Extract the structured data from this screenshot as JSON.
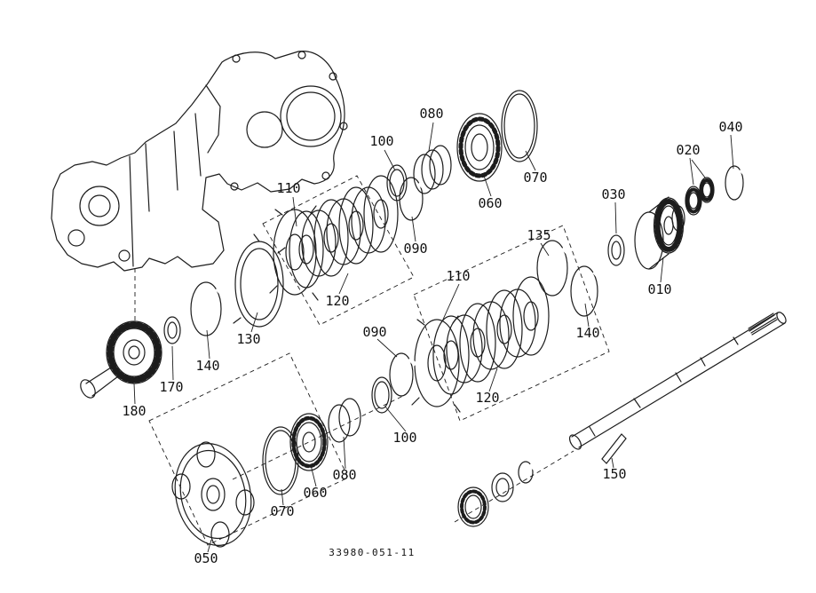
{
  "page": {
    "background_color": "#ffffff",
    "ink_color": "#1c1c1c"
  },
  "diagram": {
    "drawing_number": "33980-051-11",
    "labels": [
      {
        "text": "080"
      },
      {
        "text": "100"
      },
      {
        "text": "110"
      },
      {
        "text": "070"
      },
      {
        "text": "060"
      },
      {
        "text": "090"
      },
      {
        "text": "120"
      },
      {
        "text": "130"
      },
      {
        "text": "140"
      },
      {
        "text": "170"
      },
      {
        "text": "180"
      },
      {
        "text": "040"
      },
      {
        "text": "020"
      },
      {
        "text": "030"
      },
      {
        "text": "010"
      },
      {
        "text": "135"
      },
      {
        "text": "110"
      },
      {
        "text": "140"
      },
      {
        "text": "120"
      },
      {
        "text": "090"
      },
      {
        "text": "100"
      },
      {
        "text": "080"
      },
      {
        "text": "060"
      },
      {
        "text": "070"
      },
      {
        "text": "050"
      },
      {
        "text": "150"
      }
    ]
  }
}
